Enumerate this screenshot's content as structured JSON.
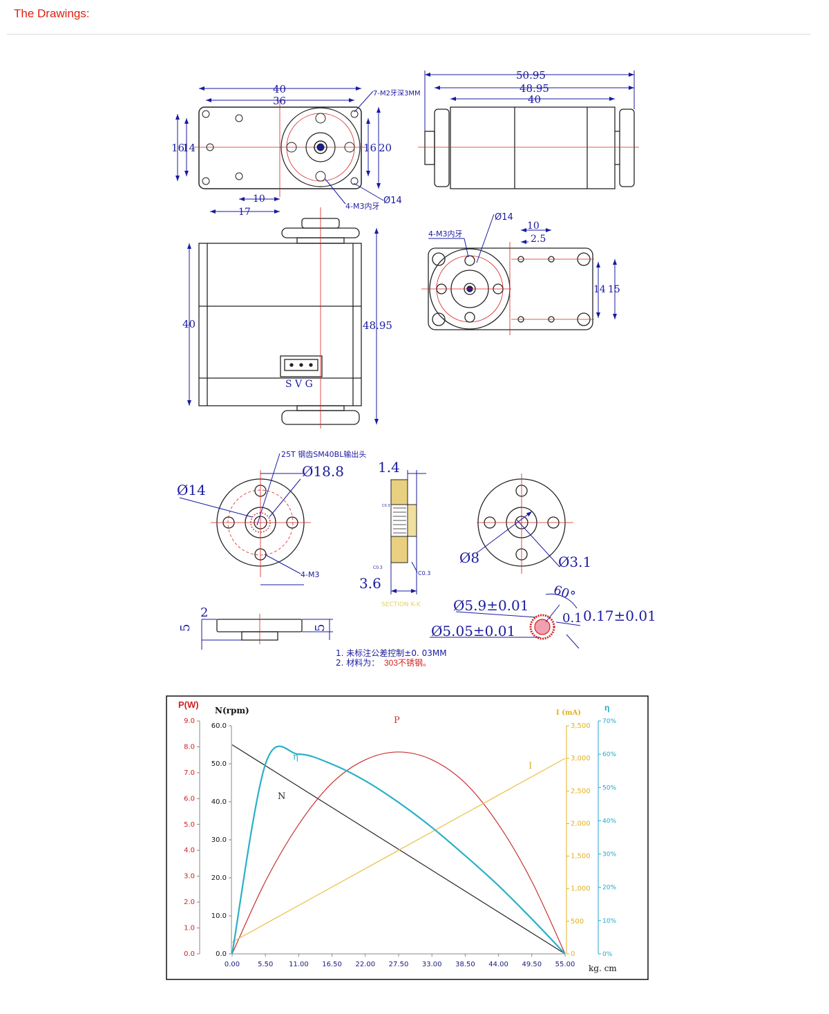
{
  "section_title": "The Drawings:",
  "drawing": {
    "top_view": {
      "w40": "40",
      "w36": "36",
      "thread_note": "7-M2牙深3MM",
      "h16": "16",
      "h14": "14",
      "r16": "16",
      "r20": "20",
      "d10": "10",
      "d17": "17",
      "holes": "4-M3内牙",
      "dia14": "Ø14"
    },
    "side_view": {
      "w5095": "50.95",
      "w4895": "48.95",
      "w40": "40"
    },
    "front_view": {
      "h40": "40",
      "h4895": "48.95",
      "conn_label": "S V G"
    },
    "bottom_view": {
      "holes": "4-M3内牙",
      "dia14": "Ø14",
      "d10": "10",
      "d25": "2.5",
      "h14": "14",
      "h15": "15"
    },
    "horn": {
      "gear_note": "25T 钢齿SM40BL输出头",
      "dia188": "Ø18.8",
      "dia14": "Ø14",
      "holes": "4-M3",
      "w14": "1.4",
      "w36": "3.6",
      "c03a": "C0.3",
      "c03b": "C0.3",
      "c03c": "C0.3",
      "section": "SECTION K-K",
      "dia8": "Ø8",
      "dia31": "Ø3.1",
      "t2": "2",
      "t5a": "5",
      "t5b": "5",
      "ang": "60°",
      "d59": "Ø5.9±0.01",
      "d505": "Ø5.05±0.01",
      "d01": "0.1",
      "d017": "0.17±0.01"
    },
    "notes": [
      "1. 未标注公差控制±0. 03MM",
      "2. 材料为：",
      "303不锈钢。"
    ]
  },
  "chart_data": {
    "type": "line",
    "x": [
      0,
      5.5,
      11,
      16.5,
      22,
      27.5,
      33,
      38.5,
      44,
      49.5,
      55
    ],
    "x_ticks": [
      "0.00",
      "5.50",
      "11.00",
      "16.50",
      "22.00",
      "27.50",
      "33.00",
      "38.50",
      "44.00",
      "49.50",
      "55.00"
    ],
    "xlabel": "kg. cm",
    "axes": {
      "P": {
        "label": "P(W)",
        "ticks": [
          "0.0",
          "1.0",
          "2.0",
          "3.0",
          "4.0",
          "5.0",
          "6.0",
          "7.0",
          "8.0",
          "9.0"
        ],
        "range": [
          0,
          9
        ],
        "color": "#d02020"
      },
      "N": {
        "label": "N(rpm)",
        "ticks": [
          "0.0",
          "10.0",
          "20.0",
          "30.0",
          "40.0",
          "50.0",
          "60.0"
        ],
        "range": [
          0,
          60
        ],
        "color": "#111111"
      },
      "I": {
        "label": "I (mA)",
        "ticks": [
          "0",
          "500",
          "1,000",
          "1,500",
          "2,000",
          "2,500",
          "3,000",
          "3,500"
        ],
        "range": [
          0,
          3500
        ],
        "color": "#e0b020"
      },
      "eta": {
        "label": "η",
        "ticks": [
          "0%",
          "10%",
          "20%",
          "30%",
          "40%",
          "50%",
          "60%",
          "70%"
        ],
        "range": [
          0,
          70
        ],
        "color": "#20a8c8"
      }
    },
    "series": [
      {
        "name": "N",
        "axis": "N",
        "values": [
          55,
          49.5,
          44,
          38.5,
          33,
          27.5,
          22,
          16.5,
          11,
          5.5,
          0
        ]
      },
      {
        "name": "P",
        "axis": "P",
        "values": [
          0,
          2.8,
          5.0,
          6.6,
          7.5,
          7.8,
          7.5,
          6.6,
          5.0,
          2.8,
          0
        ]
      },
      {
        "name": "I",
        "axis": "I",
        "values": [
          180,
          462,
          744,
          1026,
          1308,
          1590,
          1872,
          2154,
          2436,
          2718,
          3000
        ]
      },
      {
        "name": "η",
        "axis": "eta",
        "values": [
          0,
          57,
          60,
          57,
          52,
          45.5,
          38,
          29.5,
          20.5,
          10.5,
          0
        ]
      }
    ]
  }
}
